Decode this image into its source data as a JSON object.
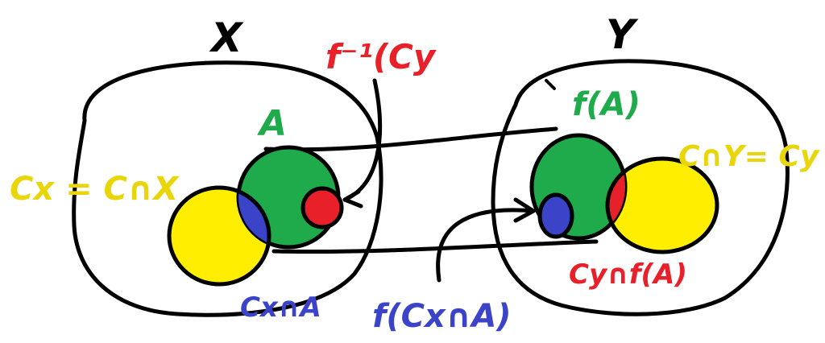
{
  "colors": {
    "ink": "#000000",
    "green": "#1faa4b",
    "yellow": "#ffee00",
    "blue": "#3b44c8",
    "red": "#e8202a",
    "label_yellow": "#e8d60a"
  },
  "labels": {
    "set_x": "X",
    "set_y": "Y",
    "cx_def": "Cx = C∩X",
    "a": "A",
    "cx_cap_a": "Cx∩A",
    "f_inverse_cy": "f⁻¹(Cy",
    "f_of_a": "f(A)",
    "c_cap_y": "C∩Y= Cy",
    "cy_cap_fa": "Cy∩f(A)",
    "f_of_cx_cap_a": "f(Cx∩A)"
  }
}
